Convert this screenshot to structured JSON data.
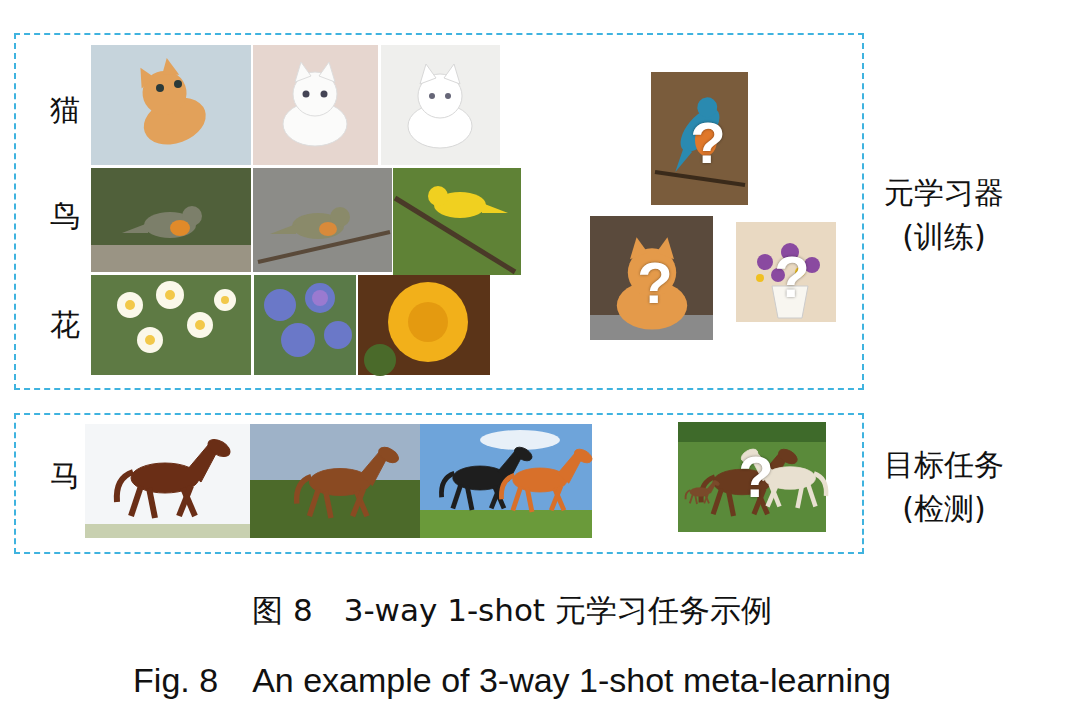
{
  "diagram": {
    "caption": "图 8　3-way 1-shot 元学习任务示例",
    "nodes": [
      {
        "text": [
          "元学习器 (训练)"
        ]
      },
      {
        "text": [
          "目标任务 (检测)"
        ]
      }
    ],
    "labels": [
      "猫",
      "鸟",
      "花",
      "马",
      "?",
      "?",
      "?",
      "?",
      "Fig. 8　An example of 3-way 1-shot meta-learning"
    ]
  }
}
